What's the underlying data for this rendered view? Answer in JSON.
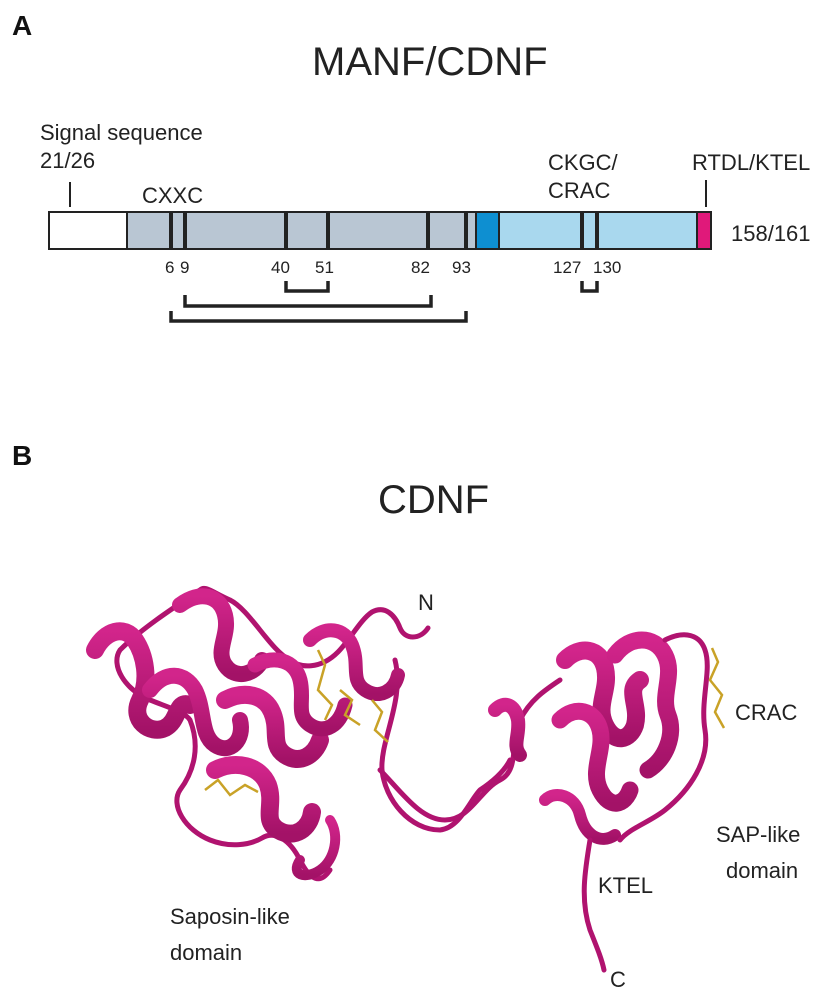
{
  "panel_a": {
    "letter": "A",
    "title": "MANF/CDNF",
    "signal_label_line1": "Signal sequence",
    "signal_label_line2": "21/26",
    "cxxc_label": "CXXC",
    "ckgc_label_line1": "CKGC/",
    "ckgc_label_line2": "CRAC",
    "rtdl_label": "RTDL/KTEL",
    "length_label": "158/161",
    "positions": [
      "6",
      "9",
      "40",
      "51",
      "82",
      "93",
      "127",
      "130"
    ],
    "colors": {
      "signal": "#ffffff",
      "saposin_domain": "#b9c6d3",
      "linker": "#0e8fd1",
      "sap_domain": "#a9d8ee",
      "er_signal": "#e0197a",
      "outline": "#222222"
    }
  },
  "panel_b": {
    "letter": "B",
    "title": "CDNF",
    "n_label": "N",
    "c_label": "C",
    "crac_label": "CRAC",
    "sap_label_line1": "SAP-like",
    "sap_label_line2": "domain",
    "ktel_label": "KTEL",
    "saposin_label_line1": "Saposin-like",
    "saposin_label_line2": "domain",
    "colors": {
      "ribbon": "#c0187a",
      "ribbon_dark": "#8e0f58",
      "disulfide": "#c9a227"
    }
  }
}
